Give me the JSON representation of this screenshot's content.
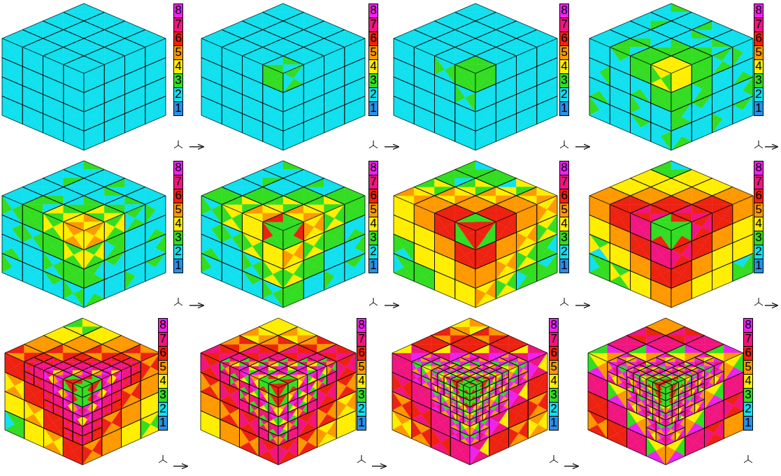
{
  "diagram": {
    "legend": [
      {
        "text": "8",
        "color": "#ee22ee"
      },
      {
        "text": "7",
        "color": "#f0157f"
      },
      {
        "text": "6",
        "color": "#ee2211"
      },
      {
        "text": "5",
        "color": "#ff9900"
      },
      {
        "text": "4",
        "color": "#ffee00"
      },
      {
        "text": "3",
        "color": "#33dd22"
      },
      {
        "text": "2",
        "color": "#11e0ee"
      },
      {
        "text": "1",
        "color": "#2a8fe6"
      },
      {
        "text": "8",
        "color": "#ee22ee"
      },
      {
        "text": "7",
        "color": "#f0157f"
      },
      {
        "text": "6",
        "color": "#ee2211"
      },
      {
        "text": "5",
        "color": "#ff9900"
      },
      {
        "text": "4",
        "color": "#ffee00"
      },
      {
        "text": "3",
        "color": "#33dd22"
      },
      {
        "text": "2",
        "color": "#11e0ee"
      },
      {
        "text": "1",
        "color": "#2a8fe6"
      },
      {
        "text": "8",
        "color": "#ee22ee"
      },
      {
        "text": "7",
        "color": "#f0157f"
      },
      {
        "text": "6",
        "color": "#ee2211"
      },
      {
        "text": "5",
        "color": "#ff9900"
      },
      {
        "text": "4",
        "color": "#ffee00"
      },
      {
        "text": "3",
        "color": "#33dd22"
      },
      {
        "text": "2",
        "color": "#11e0ee"
      },
      {
        "text": "1",
        "color": "#2a8fe6"
      },
      {
        "text": "8",
        "color": "#ee22ee"
      },
      {
        "text": "7",
        "color": "#f0157f"
      },
      {
        "text": "6",
        "color": "#ee2211"
      },
      {
        "text": "5",
        "color": "#ff9900"
      },
      {
        "text": "4",
        "color": "#ffee00"
      },
      {
        "text": "3",
        "color": "#33dd22"
      },
      {
        "text": "2",
        "color": "#11e0ee"
      },
      {
        "text": "1",
        "color": "#2a8fe6"
      },
      {
        "text": "8",
        "color": "#ee22ee"
      },
      {
        "text": "7",
        "color": "#f0157f"
      },
      {
        "text": "6",
        "color": "#ee2211"
      },
      {
        "text": "5",
        "color": "#ff9900"
      },
      {
        "text": "4",
        "color": "#ffee00"
      },
      {
        "text": "3",
        "color": "#33dd22"
      },
      {
        "text": "2",
        "color": "#11e0ee"
      },
      {
        "text": "1",
        "color": "#2a8fe6"
      },
      {
        "text": "8",
        "color": "#ee22ee"
      },
      {
        "text": "7",
        "color": "#f0157f"
      },
      {
        "text": "6",
        "color": "#ee2211"
      },
      {
        "text": "5",
        "color": "#ff9900"
      },
      {
        "text": "4",
        "color": "#ffee00"
      },
      {
        "text": "3",
        "color": "#33dd22"
      },
      {
        "text": "2",
        "color": "#11e0ee"
      },
      {
        "text": "1",
        "color": "#2a8fe6"
      },
      {
        "text": "8",
        "color": "#ee22ee"
      },
      {
        "text": "7",
        "color": "#f0157f"
      },
      {
        "text": "6",
        "color": "#ee2211"
      },
      {
        "text": "5",
        "color": "#ff9900"
      },
      {
        "text": "4",
        "color": "#ffee00"
      },
      {
        "text": "3",
        "color": "#33dd22"
      },
      {
        "text": "2",
        "color": "#11e0ee"
      },
      {
        "text": "1",
        "color": "#2a8fe6"
      },
      {
        "text": "8",
        "color": "#ee22ee"
      },
      {
        "text": "7",
        "color": "#f0157f"
      },
      {
        "text": "6",
        "color": "#ee2211"
      },
      {
        "text": "5",
        "color": "#ff9900"
      },
      {
        "text": "4",
        "color": "#ffee00"
      },
      {
        "text": "3",
        "color": "#33dd22"
      },
      {
        "text": "2",
        "color": "#11e0ee"
      },
      {
        "text": "1",
        "color": "#2a8fe6"
      },
      {
        "text": "8",
        "color": "#ee22ee"
      },
      {
        "text": "7",
        "color": "#f0157f"
      },
      {
        "text": "6",
        "color": "#ee2211"
      },
      {
        "text": "5",
        "color": "#ff9900"
      },
      {
        "text": "4",
        "color": "#ffee00"
      },
      {
        "text": "3",
        "color": "#33dd22"
      },
      {
        "text": "2",
        "color": "#11e0ee"
      },
      {
        "text": "1",
        "color": "#2a8fe6"
      },
      {
        "text": "8",
        "color": "#ee22ee"
      },
      {
        "text": "7",
        "color": "#f0157f"
      },
      {
        "text": "6",
        "color": "#ee2211"
      },
      {
        "text": "5",
        "color": "#ff9900"
      },
      {
        "text": "4",
        "color": "#ffee00"
      },
      {
        "text": "3",
        "color": "#33dd22"
      },
      {
        "text": "2",
        "color": "#11e0ee"
      },
      {
        "text": "1",
        "color": "#2a8fe6"
      },
      {
        "text": "8",
        "color": "#ee22ee"
      },
      {
        "text": "7",
        "color": "#f0157f"
      },
      {
        "text": "6",
        "color": "#ee2211"
      },
      {
        "text": "5",
        "color": "#ff9900"
      },
      {
        "text": "4",
        "color": "#ffee00"
      },
      {
        "text": "3",
        "color": "#33dd22"
      },
      {
        "text": "2",
        "color": "#11e0ee"
      },
      {
        "text": "1",
        "color": "#2a8fe6"
      },
      {
        "text": "8",
        "color": "#ee22ee"
      },
      {
        "text": "7",
        "color": "#f0157f"
      },
      {
        "text": "6",
        "color": "#ee2211"
      },
      {
        "text": "5",
        "color": "#ff9900"
      },
      {
        "text": "4",
        "color": "#ffee00"
      },
      {
        "text": "3",
        "color": "#33dd22"
      },
      {
        "text": "2",
        "color": "#11e0ee"
      },
      {
        "text": "1",
        "color": "#2a8fe6"
      }
    ]
  }
}
